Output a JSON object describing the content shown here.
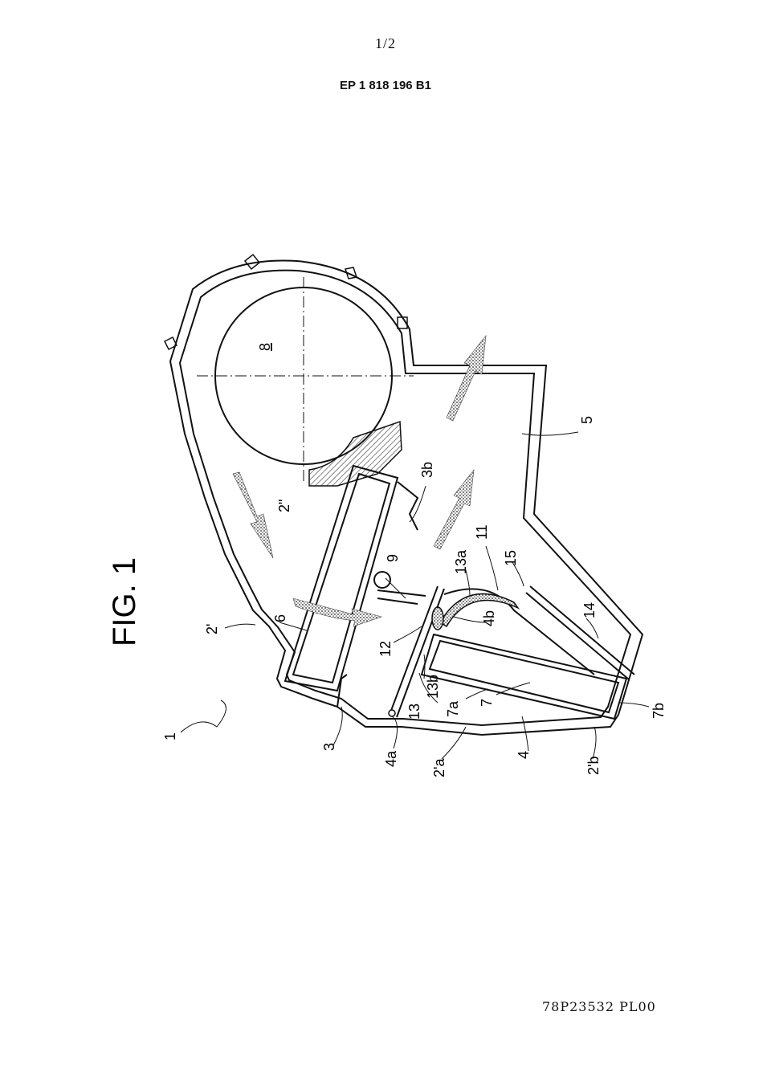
{
  "header": {
    "page_number": "1/2",
    "publication_number": "EP 1 818 196 B1"
  },
  "figure": {
    "title": "FIG. 1",
    "labels": {
      "l1": "1",
      "l2p": "2'",
      "l2pp": "2\"",
      "l2a": "2'a",
      "l2b": "2'b",
      "l3": "3",
      "l3b": "3b",
      "l4": "4",
      "l4a": "4a",
      "l4b": "4b",
      "l5": "5",
      "l6": "6",
      "l7": "7",
      "l7a": "7a",
      "l7b": "7b",
      "l8": "8",
      "l9": "9",
      "l11": "11",
      "l12": "12",
      "l13": "13",
      "l13a": "13a",
      "l13b": "13b",
      "l14": "14",
      "l15": "15"
    }
  },
  "footer": {
    "code": "78P23532 PL00"
  }
}
